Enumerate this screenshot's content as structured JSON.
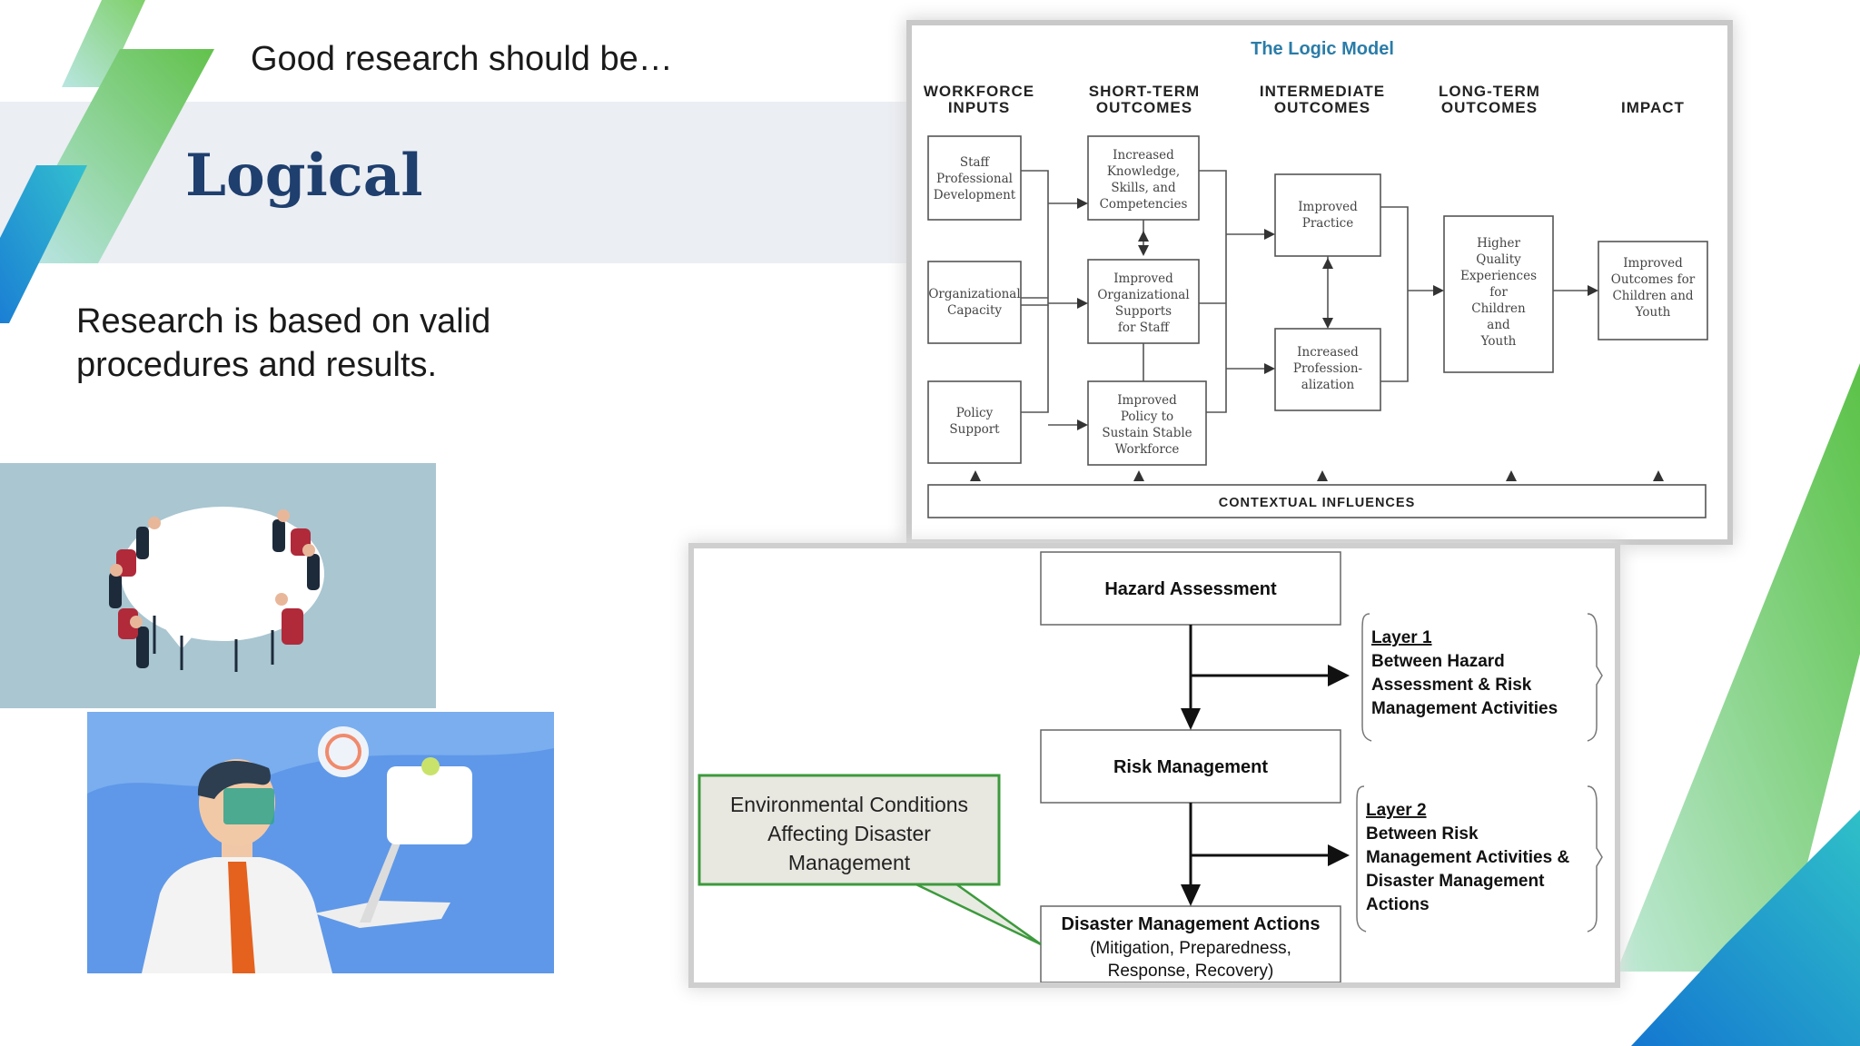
{
  "slide": {
    "tagline": "Good research should be…",
    "title": "Logical",
    "body": "Research is based on valid procedures and results."
  },
  "colors": {
    "title": "#1f3f6e",
    "band": "#ebeef3",
    "accent_green": "#6cc24a",
    "accent_blue": "#1a8fd8",
    "accent_teal": "#2bb5c9"
  },
  "illustrations": [
    {
      "name": "meeting-table-illustration",
      "background": "#a9c6d1"
    },
    {
      "name": "man-with-laptop-illustration",
      "background": "#5f98e8"
    }
  ],
  "logic_model": {
    "title": "The Logic Model",
    "columns": [
      [
        "WORKFORCE",
        "INPUTS"
      ],
      [
        "SHORT-TERM",
        "OUTCOMES"
      ],
      [
        "INTERMEDIATE",
        "OUTCOMES"
      ],
      [
        "LONG-TERM",
        "OUTCOMES"
      ],
      [
        "IMPACT"
      ]
    ],
    "inputs": [
      [
        "Staff",
        "Professional",
        "Development"
      ],
      [
        "Organizational",
        "Capacity"
      ],
      [
        "Policy",
        "Support"
      ]
    ],
    "short_term": [
      [
        "Increased",
        "Knowledge,",
        "Skills, and",
        "Competencies"
      ],
      [
        "Improved",
        "Organizational",
        "Supports",
        "for Staff"
      ],
      [
        "Improved",
        "Policy to",
        "Sustain Stable",
        "Workforce"
      ]
    ],
    "intermediate": [
      [
        "Improved",
        "Practice"
      ],
      [
        "Increased",
        "Profession-",
        "alization"
      ]
    ],
    "long_term": [
      [
        "Higher",
        "Quality",
        "Experiences",
        "for",
        "Children",
        "and",
        "Youth"
      ]
    ],
    "impact": [
      [
        "Improved",
        "Outcomes for",
        "Children and",
        "Youth"
      ]
    ],
    "contextual": "CONTEXTUAL INFLUENCES"
  },
  "disaster_diagram": {
    "hazard": "Hazard Assessment",
    "risk": "Risk Management",
    "actions_title": "Disaster Management Actions",
    "actions_sub1": "(Mitigation, Preparedness,",
    "actions_sub2": "Response, Recovery)",
    "environment": [
      "Environmental Conditions",
      "Affecting Disaster",
      "Management"
    ],
    "layer1_title": "Layer 1",
    "layer1_lines": [
      "Between Hazard",
      "Assessment & Risk",
      "Management Activities"
    ],
    "layer2_title": "Layer 2",
    "layer2_lines": [
      "Between Risk",
      "Management Activities &",
      "Disaster Management",
      "Actions"
    ]
  }
}
